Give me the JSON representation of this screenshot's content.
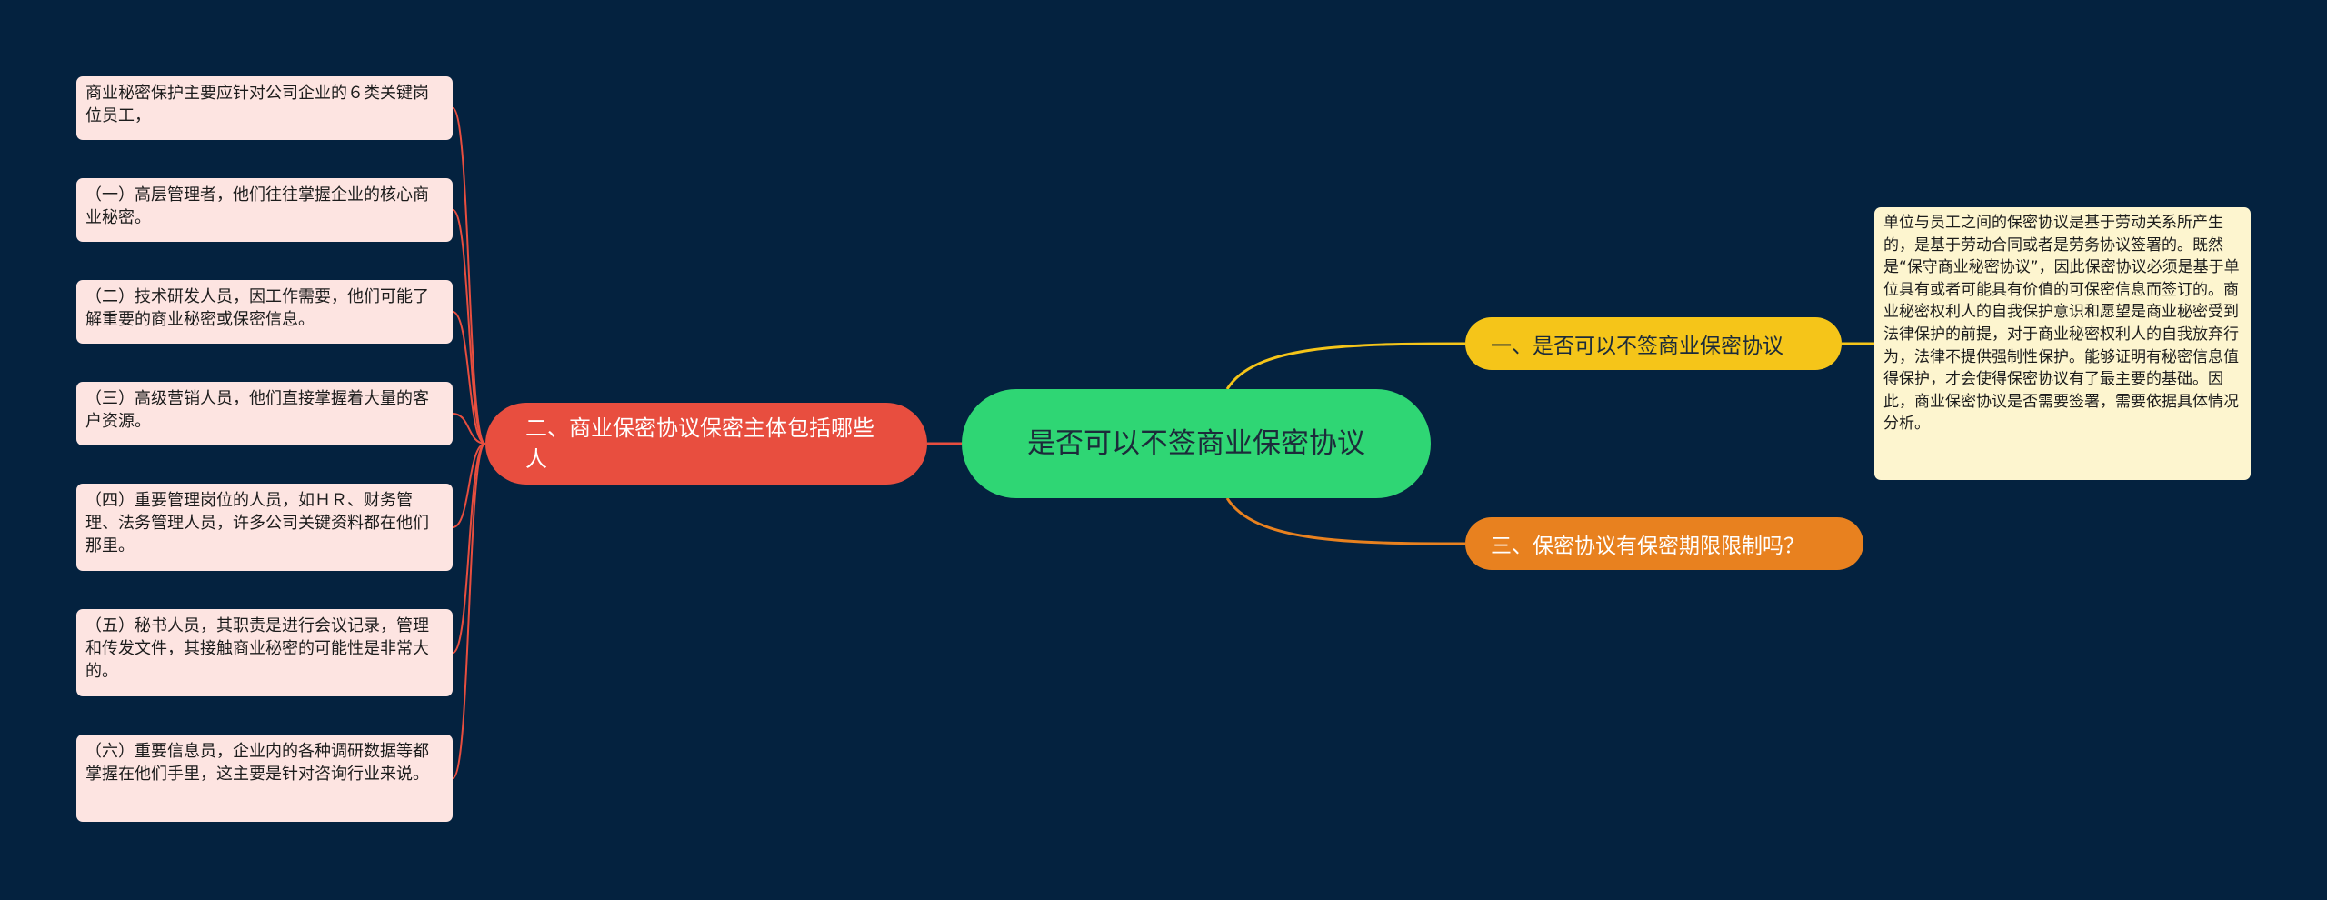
{
  "center": {
    "label": "是否可以不签商业保密协议"
  },
  "branches": {
    "right_1": {
      "label": "一、是否可以不签商业保密协议",
      "color": "#f5c519",
      "detail": "单位与员工之间的保密协议是基于劳动关系所产生的，是基于劳动合同或者是劳务协议签署的。既然是“保守商业秘密协议”，因此保密协议必须是基于单位具有或者可能具有价值的可保密信息而签订的。商业秘密权利人的自我保护意识和愿望是商业秘密受到法律保护的前提，对于商业秘密权利人的自我放弃行为，法律不提供强制性保护。能够证明有秘密信息值得保护，才会使得保密协议有了最主要的基础。因此，商业保密协议是否需要签署，需要依据具体情况分析。"
    },
    "left_2": {
      "label": "二、商业保密协议保密主体包括哪些人",
      "color": "#e84e3f",
      "items": [
        "商业秘密保护主要应针对公司企业的６类关键岗位员工，",
        "（一）高层管理者，他们往往掌握企业的核心商业秘密。",
        "（二）技术研发人员，因工作需要，他们可能了解重要的商业秘密或保密信息。",
        "（三）高级营销人员，他们直接掌握着大量的客户资源。",
        "（四）重要管理岗位的人员，如ＨＲ、财务管理、法务管理人员，许多公司关键资料都在他们那里。",
        "（五）秘书人员，其职责是进行会议记录，管理和传发文件，其接触商业秘密的可能性是非常大的。",
        "（六）重要信息员，企业内的各种调研数据等都掌握在他们手里，这主要是针对咨询行业来说。"
      ]
    },
    "right_3": {
      "label": "三、保密协议有保密期限限制吗？",
      "color": "#e8811f"
    }
  },
  "colors": {
    "background": "#04223f",
    "center": "#2fd674",
    "leaf_left_bg": "#fde4e1",
    "leaf_right_bg": "#fdf5cf"
  }
}
